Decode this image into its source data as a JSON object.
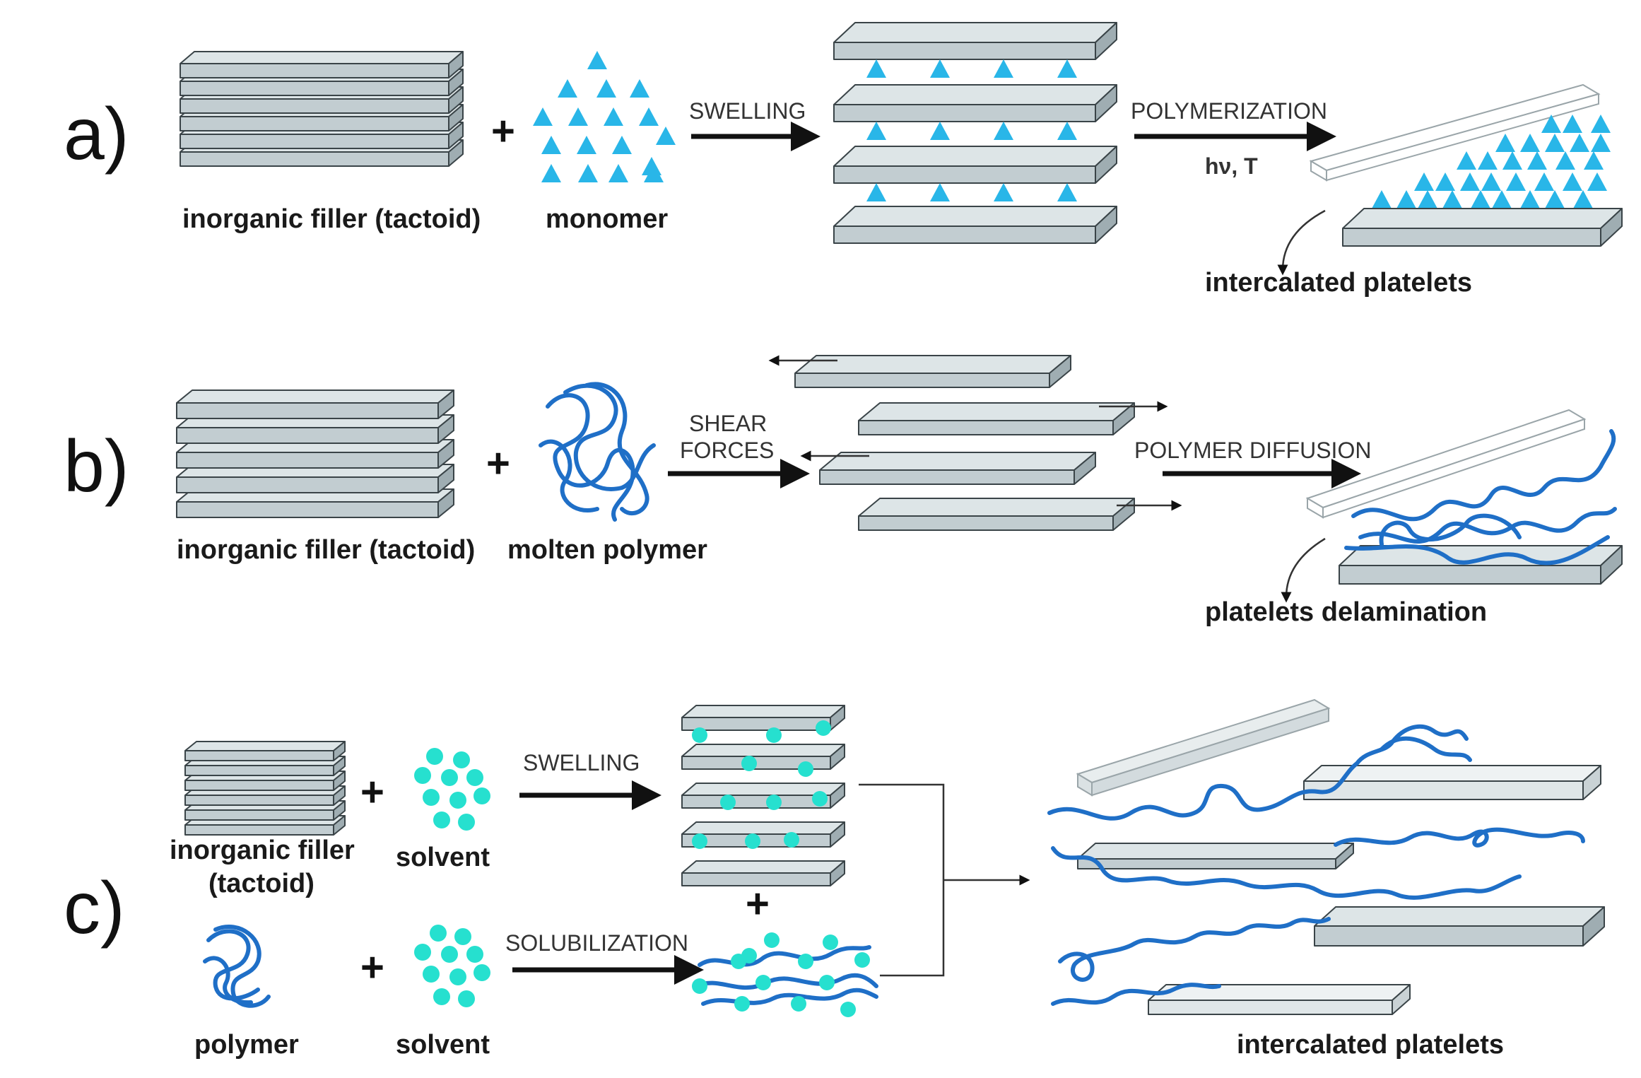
{
  "panels": {
    "a": {
      "label": "a)",
      "filler_label": "inorganic filler (tactoid)",
      "monomer_label": "monomer",
      "swelling_label": "SWELLING",
      "polymerization_label": "POLYMERIZATION",
      "conditions_label": "hν, T",
      "result_label": "intercalated platelets"
    },
    "b": {
      "label": "b)",
      "filler_label": "inorganic filler (tactoid)",
      "polymer_label": "molten polymer",
      "shear_label_1": "SHEAR",
      "shear_label_2": "FORCES",
      "diffusion_label": "POLYMER DIFFUSION",
      "result_label": "platelets delamination"
    },
    "c": {
      "label": "c)",
      "filler_label_1": "inorganic filler",
      "filler_label_2": "(tactoid)",
      "solvent_label_top": "solvent",
      "swelling_label": "SWELLING",
      "polymer_label": "polymer",
      "solvent_label_bottom": "solvent",
      "solubilization_label": "SOLUBILIZATION",
      "result_label": "intercalated platelets"
    }
  },
  "colors": {
    "platelet_top": "#dde5e7",
    "platelet_front": "#c2cdd1",
    "platelet_side": "#9fadb2",
    "monomer": "#29b6e8",
    "solvent": "#26e0cf",
    "polymer": "#1f6fc7"
  }
}
